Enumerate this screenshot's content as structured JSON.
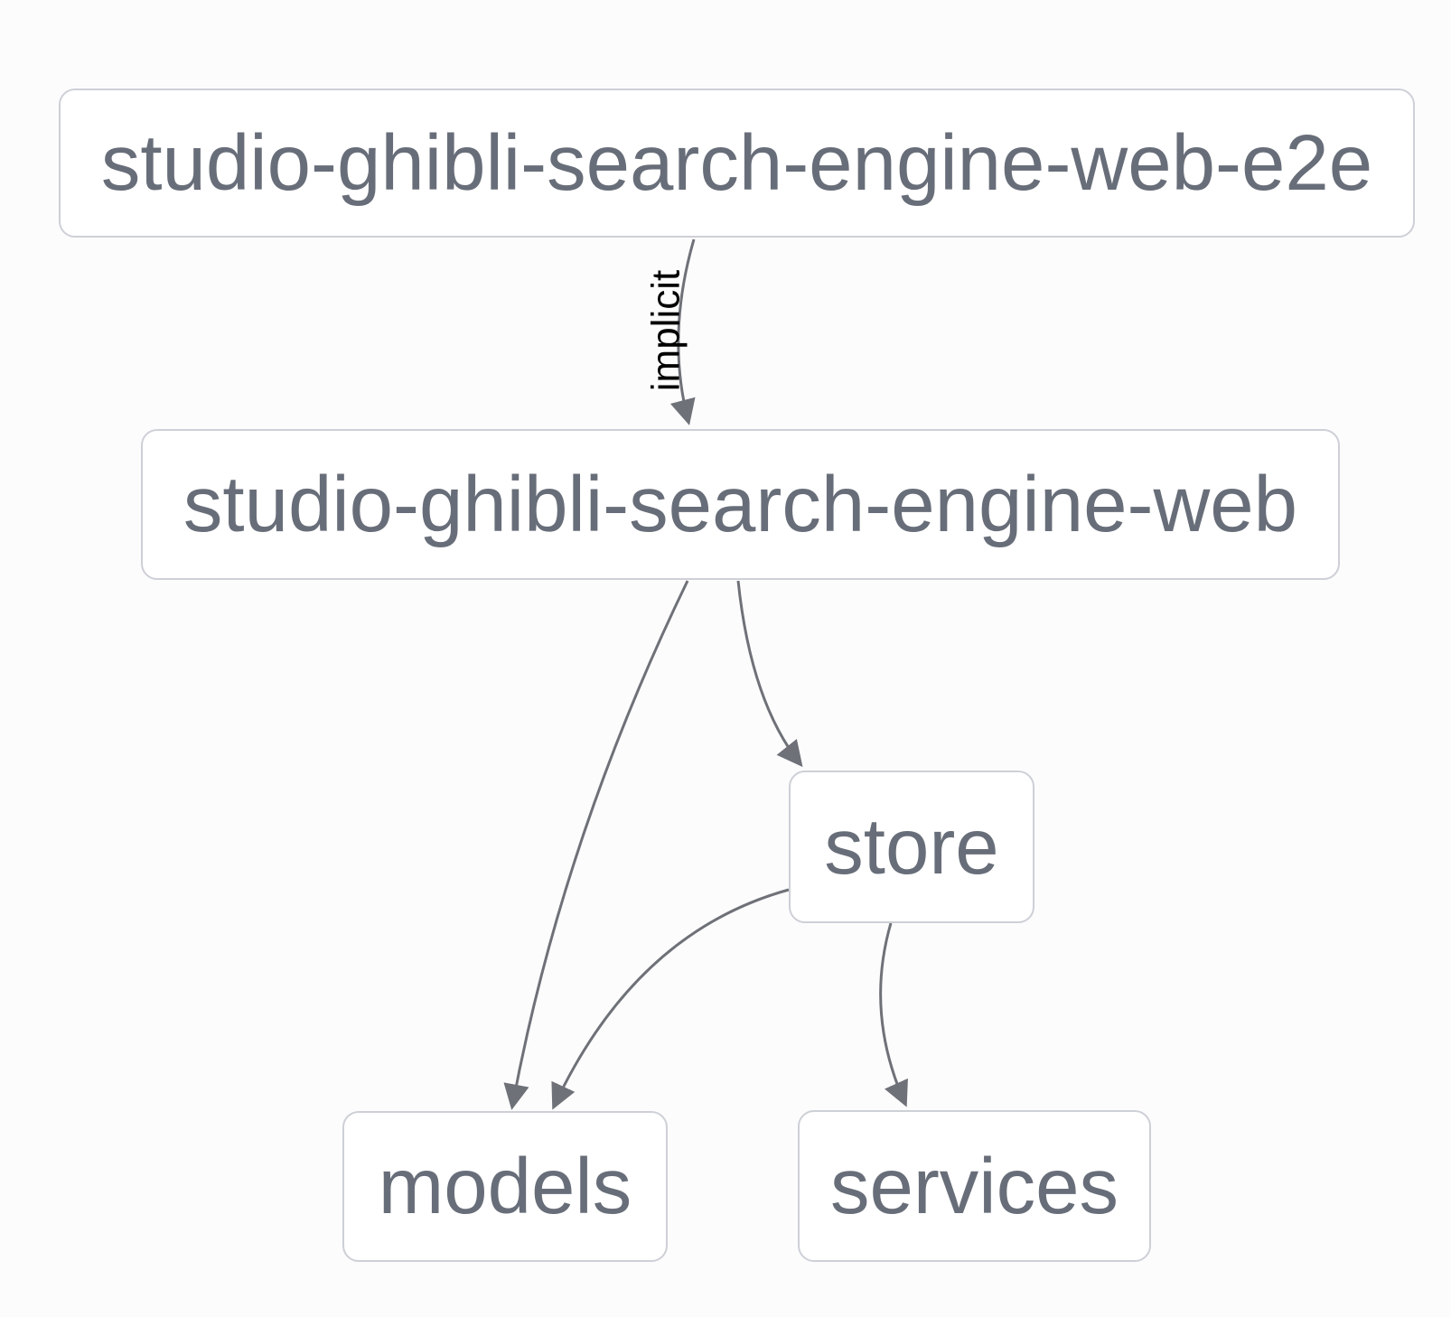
{
  "diagram": {
    "type": "dependency-graph",
    "nodes": [
      {
        "id": "studio-ghibli-search-engine-web-e2e",
        "label": "studio-ghibli-search-engine-web-e2e"
      },
      {
        "id": "studio-ghibli-search-engine-web",
        "label": "studio-ghibli-search-engine-web"
      },
      {
        "id": "store",
        "label": "store"
      },
      {
        "id": "models",
        "label": "models"
      },
      {
        "id": "services",
        "label": "services"
      }
    ],
    "edges": [
      {
        "from": "studio-ghibli-search-engine-web-e2e",
        "to": "studio-ghibli-search-engine-web",
        "label": "implicit"
      },
      {
        "from": "studio-ghibli-search-engine-web",
        "to": "models",
        "label": ""
      },
      {
        "from": "studio-ghibli-search-engine-web",
        "to": "store",
        "label": ""
      },
      {
        "from": "store",
        "to": "models",
        "label": ""
      },
      {
        "from": "store",
        "to": "services",
        "label": ""
      }
    ],
    "colors": {
      "background": "#fcfcfd",
      "node_fill": "#ffffff",
      "node_border": "#cdd0d6",
      "node_text": "#686e79",
      "edge": "#6e7177",
      "edge_label_text": "#000000"
    }
  }
}
